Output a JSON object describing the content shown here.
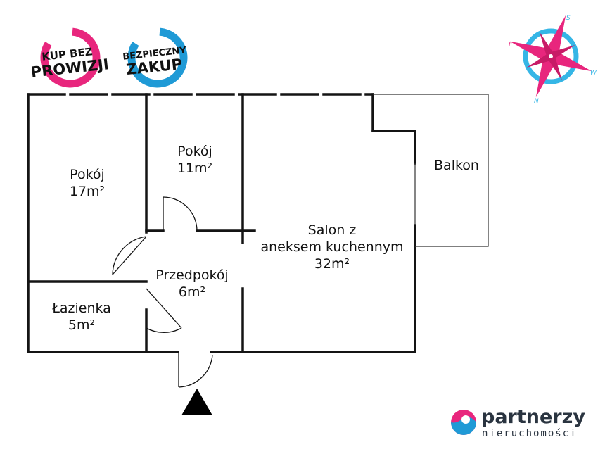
{
  "badges": {
    "no_commission": {
      "line1": "KUP BEZ",
      "line2": "PROWIZJI",
      "color": "#e8267d"
    },
    "safe_purchase": {
      "line1": "BEZPIECZNY",
      "line2": "ZAKUP",
      "color": "#1f9ad6"
    }
  },
  "compass": {
    "north": "N",
    "south": "S",
    "east": "E",
    "west": "W",
    "star_color": "#e8267d",
    "ring_color": "#35b6e6"
  },
  "rooms": {
    "room_large": {
      "name": "Pokój",
      "area": "17m²"
    },
    "room_small": {
      "name": "Pokój",
      "area": "11m²"
    },
    "living": {
      "line1": "Salon z",
      "line2": "aneksem kuchennym",
      "area": "32m²"
    },
    "balcony": {
      "name": "Balkon"
    },
    "hallway": {
      "name": "Przedpokój",
      "area": "6m²"
    },
    "bathroom": {
      "name": "Łazienka",
      "area": "5m²"
    }
  },
  "logo": {
    "name": "partnerzy",
    "tagline": "nieruchomości",
    "pink": "#e8267d",
    "blue": "#1f9ad6"
  },
  "colors": {
    "wall": "#141414",
    "thin_line": "#333333"
  }
}
